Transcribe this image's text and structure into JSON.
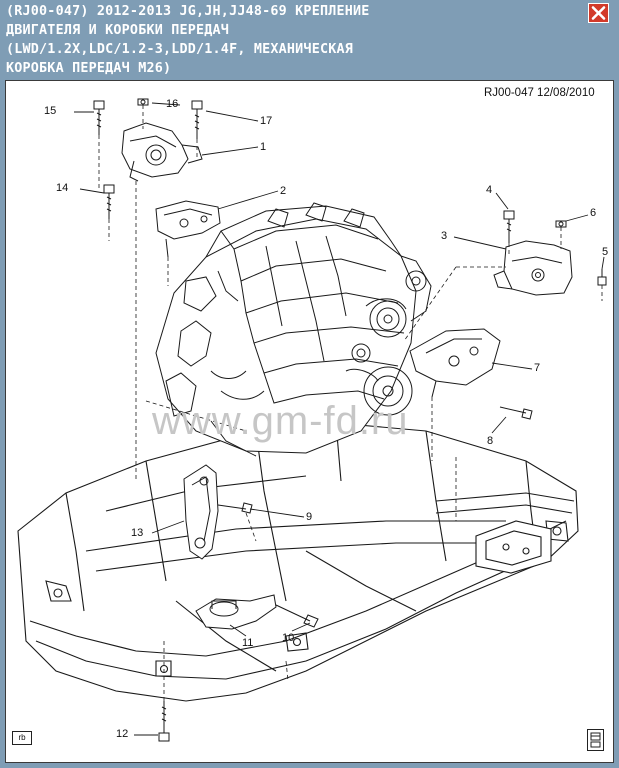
{
  "header": {
    "title_lines": [
      "(RJ00-047) 2012-2013 JG,JH,JJ48-69 КРЕПЛЕНИЕ",
      "ДВИГАТЕЛЯ И КОРОБКИ ПЕРЕДАЧ",
      "(LWD/1.2X,LDC/1.2-3,LDD/1.4F, МЕХАНИЧЕСКАЯ",
      "КОРОБКА ПЕРЕДАЧ M26)"
    ]
  },
  "diagram": {
    "reference": "RJ00-047  12/08/2010",
    "watermark": "www.gm-fd.ru",
    "corner_label": "rb",
    "callouts": [
      "1",
      "2",
      "3",
      "4",
      "5",
      "6",
      "7",
      "8",
      "9",
      "10",
      "11",
      "12",
      "13",
      "14",
      "15",
      "16",
      "17"
    ]
  },
  "colors": {
    "header_bg": "#7f9db5",
    "title_text": "#ffffff",
    "close_button": "#d23a2a",
    "canvas_bg": "#ffffff",
    "line": "#1a1a1a"
  }
}
